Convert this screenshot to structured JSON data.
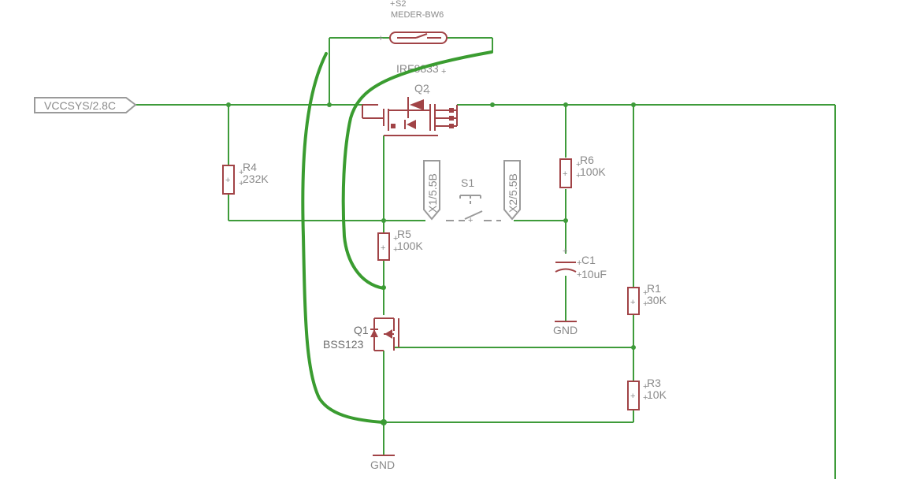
{
  "net_label": "VCCSYS/2.8C",
  "parts": {
    "s2": {
      "name": "S2",
      "value": "MEDER-BW6"
    },
    "q2": {
      "name": "Q2",
      "value": "IRF8833"
    },
    "r4": {
      "name": "R4",
      "value": "232K"
    },
    "r6": {
      "name": "R6",
      "value": "100K"
    },
    "r5": {
      "name": "R5",
      "value": "100K"
    },
    "s1": {
      "name": "S1"
    },
    "x1": {
      "name": "X1/5.5B"
    },
    "x2": {
      "name": "X2/5.5B"
    },
    "c1": {
      "name": "C1",
      "value": "10uF"
    },
    "r1": {
      "name": "R1",
      "value": "30K"
    },
    "q1": {
      "name": "Q1",
      "value": "BSS123"
    },
    "r3": {
      "name": "R3",
      "value": "10K"
    }
  },
  "gnd_labels": {
    "gnd1": "GND",
    "gnd2": "GND"
  },
  "colors": {
    "wire": "#3e9b3a",
    "part": "#a14346",
    "label": "#8a8a8a",
    "handdrawn": "#3a9c30"
  }
}
